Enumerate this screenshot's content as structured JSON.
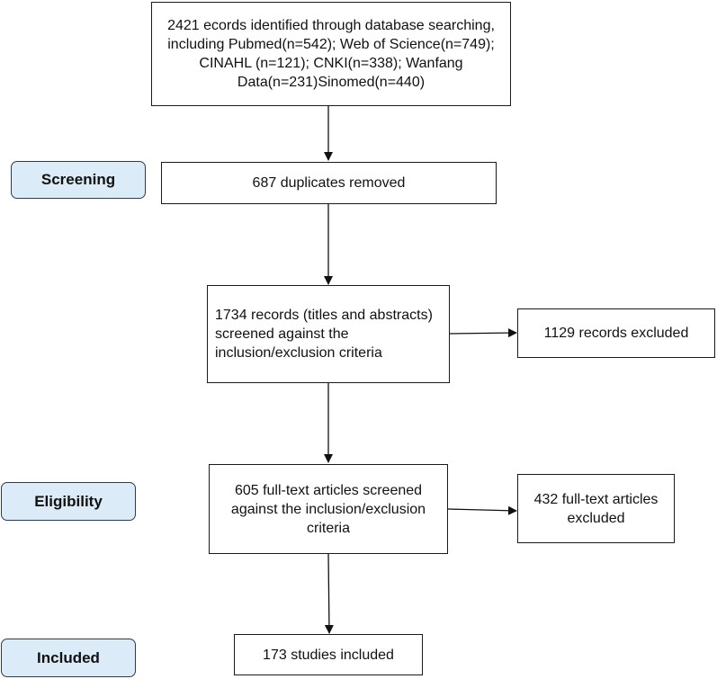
{
  "stages": {
    "screening": "Screening",
    "eligibility": "Eligibility",
    "included": "Included"
  },
  "boxes": {
    "identified": "2421 ecords identified through database searching, including Pubmed(n=542); Web of Science(n=749); CINAHL (n=121); CNKI(n=338); Wanfang Data(n=231)Sinomed(n=440)",
    "duplicates": "687 duplicates removed",
    "screened": "1734 records (titles and abstracts) screened against the inclusion/exclusion criteria",
    "records_excluded": "1129 records excluded",
    "fulltext_screened": "605 full-text articles screened against the inclusion/exclusion criteria",
    "fulltext_excluded": "432 full-text articles excluded",
    "included": "173 studies included"
  },
  "colors": {
    "stage_fill": "#dcebf8",
    "stage_border": "#2f3b4a",
    "box_border": "#1a1a1a"
  }
}
